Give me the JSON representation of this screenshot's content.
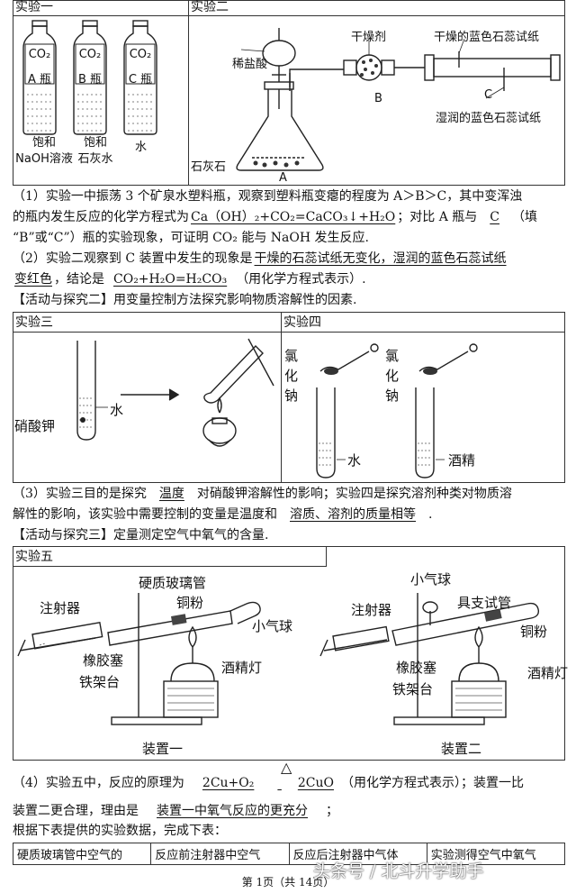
{
  "exp_table1": {
    "header_left": "实验一",
    "header_right": "实验二",
    "bottles": [
      {
        "gas": "CO₂",
        "name": "A 瓶"
      },
      {
        "gas": "CO₂",
        "name": "B 瓶"
      },
      {
        "gas": "CO₂",
        "name": "C 瓶"
      }
    ],
    "bottle_contents": [
      "饱和\nNaOH溶液",
      "饱和\n石灰水",
      "水"
    ],
    "apparatus_labels": {
      "acid": "稀盐酸",
      "desiccant": "干燥剂",
      "dry_paper": "干燥的蓝色石蕊试纸",
      "b": "B",
      "c": "C",
      "wet_paper": "湿润的蓝色石蕊试纸",
      "limestone": "石灰石",
      "a": "A"
    }
  },
  "q1": {
    "prefix": "（1）实验一中振荡 3 个矿泉水塑料瓶，观察到塑料瓶变瘪的程度为 A＞B＞C，其中变浑浊",
    "line2_pre": "的瓶内发生反应的化学方程式为",
    "ans1": "Ca（OH）₂+CO₂=CaCO₃↓+H₂O",
    "line2_mid": "；对比 A 瓶与",
    "ans2": "C",
    "line2_post": "（填",
    "line3": "“B”或“C”）瓶的实验现象，可证明 CO₂ 能与 NaOH 发生反应."
  },
  "q2": {
    "line1_pre": "（2）实验二观察到 C 装置中发生的现象是",
    "ans1a": "干燥的石蕊试纸无变化，湿润的蓝色石蕊试纸",
    "ans1b": "变红色",
    "line2_mid": "，结论是",
    "ans2": "CO₂+H₂O=H₂CO₃",
    "line2_post": "（用化学方程式表示）."
  },
  "activity2": "【活动与探究二】用变量控制方法探究影响物质溶解性的因素.",
  "exp_table2": {
    "header_left": "实验三",
    "header_right": "实验四",
    "labels": {
      "salt": "硝酸钾",
      "water": "水",
      "nacl1": "氯\n化\n钠",
      "nacl2": "氯\n化\n钠",
      "water2": "水",
      "alcohol": "酒精"
    }
  },
  "q3": {
    "line1_pre": "（3）实验三目的是探究",
    "ans1": "温度",
    "line1_post": "对硝酸钾溶解性的影响；实验四是探究溶剂种类对物质溶",
    "line2_pre": "解性的影响，该实验中需要控制的变量是温度和",
    "ans2": "溶质、溶剂的质量相等",
    "line2_post": "."
  },
  "activity3": "【活动与探究三】定量测定空气中氧气的含量.",
  "exp_table3": {
    "header": "实验五",
    "labels_left": {
      "tube": "硬质玻璃管",
      "copper": "铜粉",
      "syringe": "注射器",
      "balloon": "小气球",
      "stopper": "橡胶塞",
      "lamp": "酒精灯",
      "stand": "铁架台",
      "caption": "装置一"
    },
    "labels_right": {
      "balloon": "小气球",
      "syringe": "注射器",
      "tube": "具支试管",
      "copper": "铜粉",
      "stopper": "橡胶塞",
      "lamp": "酒精灯",
      "stand": "铁架台",
      "caption": "装置二"
    }
  },
  "q4": {
    "line1_pre": "（4）实验五中，反应的原理为",
    "ans1": "2Cu+O₂",
    "triangle": "△",
    "ans1b": "2CuO",
    "line1_post": "（用化学方程式表示）；装置一比",
    "line2_pre": "装置二更合理，理由是",
    "ans2": "装置一中氧气反应的更充分",
    "line2_post": "；",
    "line3": "根据下表提供的实验数据，完成下表："
  },
  "data_table": {
    "headers": [
      "硬质玻璃管中空气的",
      "反应前注射器中空气",
      "反应后注射器中气体",
      "实验测得空气中氧气"
    ]
  },
  "footer": "第 1页（共 14页）",
  "watermark": "头条号 / 北斗升学助手"
}
